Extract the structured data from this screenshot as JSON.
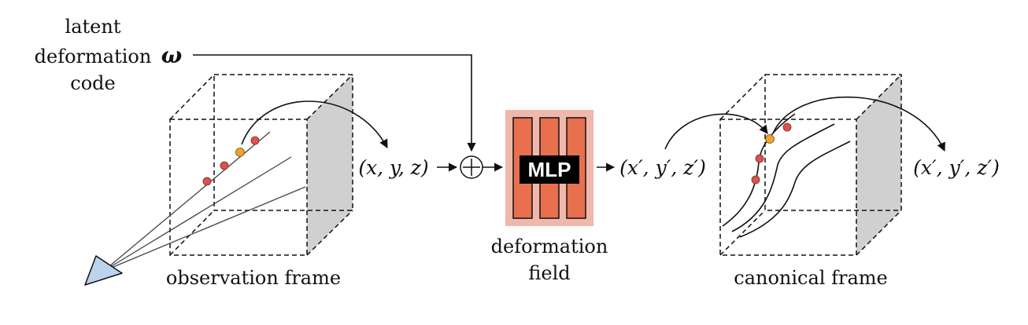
{
  "latent_code": {
    "line1": "latent",
    "line2": "deformation",
    "symbol": "ω",
    "line3": "code"
  },
  "labels": {
    "observation_frame": "observation frame",
    "canonical_frame": "canonical frame",
    "deformation_field_line1": "deformation",
    "deformation_field_line2": "field",
    "mlp": "MLP",
    "input_coords": "(x, y, z)",
    "output_coords": "(x′, y′, z′)",
    "output_coords_right": "(x′, y′, z′)",
    "plus": "+"
  },
  "colors": {
    "sample_point": "#d9534f",
    "highlight_point": "#f0a030",
    "mlp_background": "#f0b8ac",
    "mlp_bars": "#e8704f",
    "mlp_label_bg": "#000000",
    "face_shade": "#d0d0d0",
    "camera": "#bcd3ec"
  }
}
